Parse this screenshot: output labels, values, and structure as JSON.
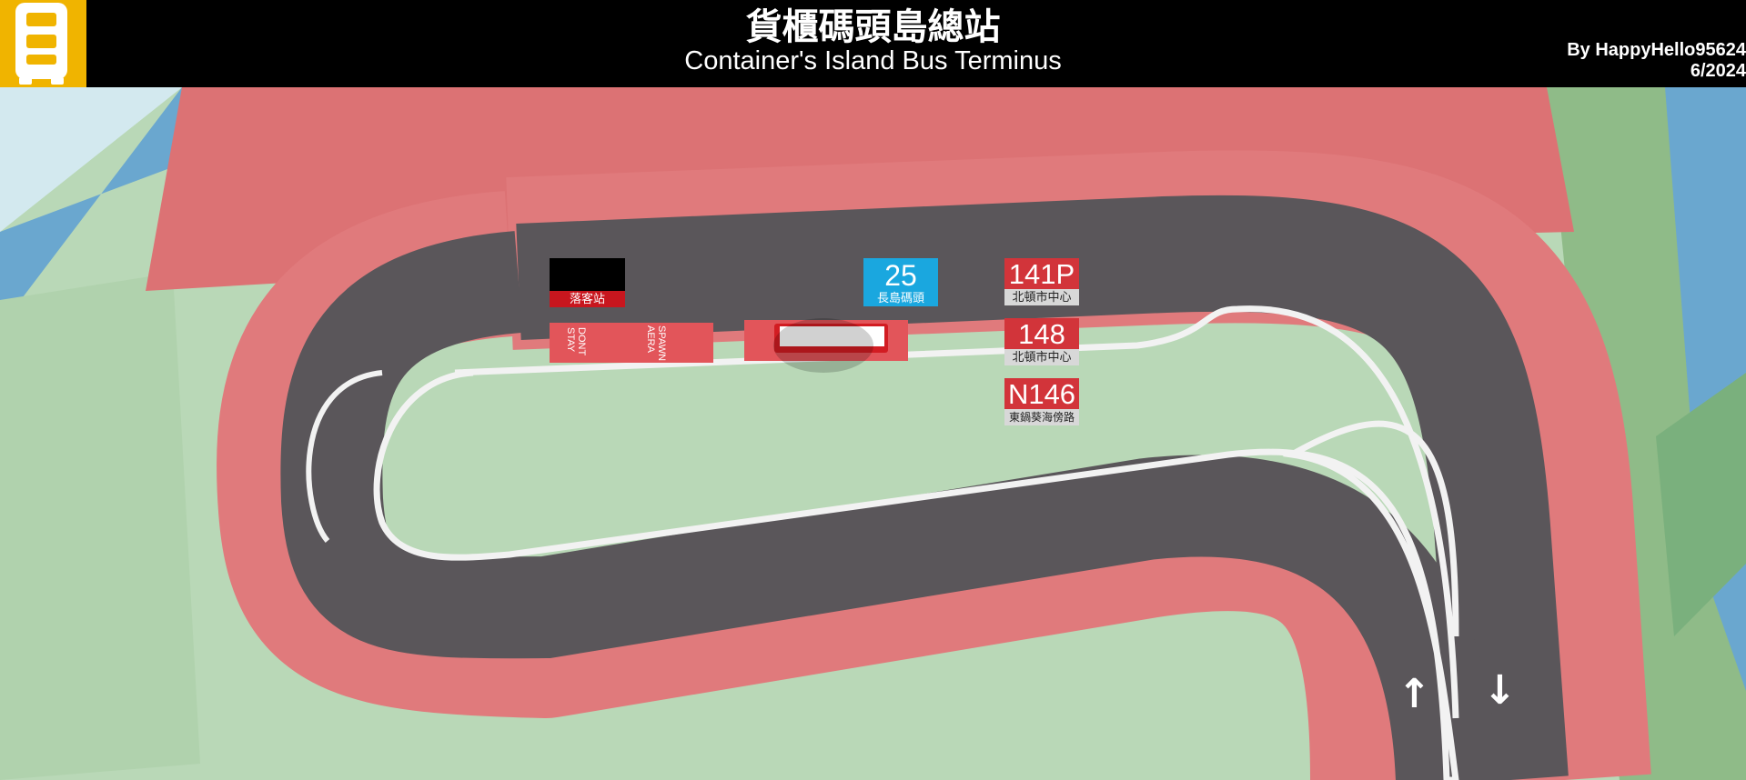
{
  "header": {
    "title_zh": "貨櫃碼頭島總站",
    "title_en": "Container's Island Bus Terminus",
    "author": "By HappyHello95624",
    "date": "6/2024",
    "logo_icon": "double-decker-bus-icon"
  },
  "signs": {
    "dropoff": {
      "label": "落客站"
    },
    "route_25": {
      "number": "25",
      "destination": "長島碼頭"
    },
    "route_141p": {
      "number": "141P",
      "destination": "北頓市中心"
    },
    "route_148": {
      "number": "148",
      "destination": "北頓市中心"
    },
    "route_n146": {
      "number": "N146",
      "destination": "東鍋葵海傍路"
    }
  },
  "markings": {
    "dont_stay": "DONT STAY",
    "spawn_area": "SPAWN AERA",
    "arrow_up": "↑",
    "arrow_down": "↓"
  },
  "colors": {
    "header_bg": "#000000",
    "logo_bg": "#f0b400",
    "route_red": "#d2343a",
    "route_blue": "#1aa7df",
    "road": "#5a565a",
    "kerb": "#e07a7c",
    "grass": "#b9d8b7"
  }
}
